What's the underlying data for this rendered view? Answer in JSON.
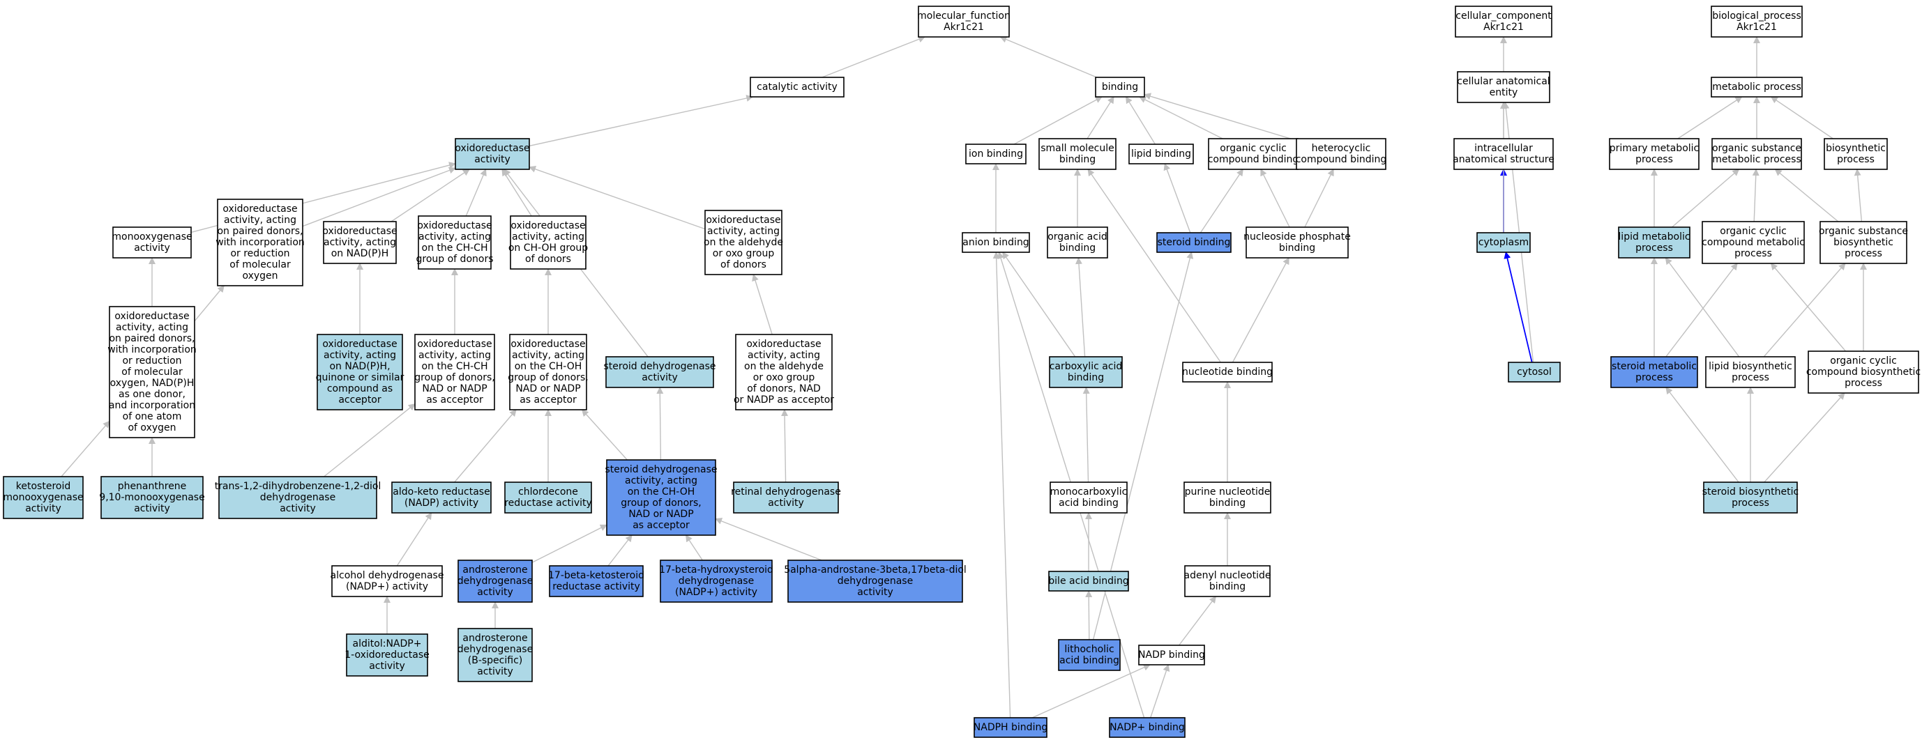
{
  "colors": {
    "white": "#ffffff",
    "light_blue": "#add8e6",
    "cornflower_blue": "#6495ed",
    "edge_gray": "#c0c0c0",
    "edge_blue": "#0000ff",
    "border": "#000000"
  },
  "nodes": {
    "mf_root": {
      "lines": [
        "molecular_function",
        "Akr1c21"
      ],
      "fill": "white"
    },
    "catalytic": {
      "lines": [
        "catalytic activity"
      ],
      "fill": "white"
    },
    "binding": {
      "lines": [
        "binding"
      ],
      "fill": "white"
    },
    "oxidoreductase": {
      "lines": [
        "oxidoreductase",
        "activity"
      ],
      "fill": "light_blue"
    },
    "monooxygenase": {
      "lines": [
        "monooxygenase",
        "activity"
      ],
      "fill": "white"
    },
    "ox_paired_o2": {
      "lines": [
        "oxidoreductase",
        "activity, acting",
        "on paired donors,",
        "with incorporation",
        "or reduction",
        "of molecular",
        "oxygen"
      ],
      "fill": "white"
    },
    "ox_nadph": {
      "lines": [
        "oxidoreductase",
        "activity, acting",
        "on NAD(P)H"
      ],
      "fill": "white"
    },
    "ox_chch": {
      "lines": [
        "oxidoreductase",
        "activity, acting",
        "on the CH-CH",
        "group of donors"
      ],
      "fill": "white"
    },
    "ox_choh": {
      "lines": [
        "oxidoreductase",
        "activity, acting",
        "on CH-OH group",
        "of donors"
      ],
      "fill": "white"
    },
    "ox_aldehyde": {
      "lines": [
        "oxidoreductase",
        "activity, acting",
        "on the aldehyde",
        "or oxo group",
        "of donors"
      ],
      "fill": "white"
    },
    "ox_paired_nadph": {
      "lines": [
        "oxidoreductase",
        "activity, acting",
        "on paired donors,",
        "with incorporation",
        "or reduction",
        "of molecular",
        "oxygen, NAD(P)H",
        "as one donor,",
        "and incorporation",
        "of one atom",
        "of oxygen"
      ],
      "fill": "white"
    },
    "ox_nadph_quinone": {
      "lines": [
        "oxidoreductase",
        "activity, acting",
        "on NAD(P)H,",
        "quinone or similar",
        "compound as",
        "acceptor"
      ],
      "fill": "light_blue"
    },
    "ox_chch_nad": {
      "lines": [
        "oxidoreductase",
        "activity, acting",
        "on the CH-CH",
        "group of donors,",
        "NAD or NADP",
        "as acceptor"
      ],
      "fill": "white"
    },
    "ox_choh_nad": {
      "lines": [
        "oxidoreductase",
        "activity, acting",
        "on the CH-OH",
        "group of donors,",
        "NAD or NADP",
        "as acceptor"
      ],
      "fill": "white"
    },
    "steroid_dh": {
      "lines": [
        "steroid dehydrogenase",
        "activity"
      ],
      "fill": "light_blue"
    },
    "ox_aldehyde_nad": {
      "lines": [
        "oxidoreductase",
        "activity, acting",
        "on the aldehyde",
        "or oxo group",
        "of donors, NAD",
        "or NADP as acceptor"
      ],
      "fill": "white"
    },
    "ketosteroid_mono": {
      "lines": [
        "ketosteroid",
        "monooxygenase",
        "activity"
      ],
      "fill": "light_blue"
    },
    "phenanthrene": {
      "lines": [
        "phenanthrene",
        "9,10-monooxygenase",
        "activity"
      ],
      "fill": "light_blue"
    },
    "trans_diol": {
      "lines": [
        "trans-1,2-dihydrobenzene-1,2-diol",
        "dehydrogenase",
        "activity"
      ],
      "fill": "light_blue"
    },
    "aldo_keto": {
      "lines": [
        "aldo-keto reductase",
        "(NADP) activity"
      ],
      "fill": "light_blue"
    },
    "chlordecone": {
      "lines": [
        "chlordecone",
        "reductase activity"
      ],
      "fill": "light_blue"
    },
    "steroid_dh_choh": {
      "lines": [
        "steroid dehydrogenase",
        "activity, acting",
        "on the CH-OH",
        "group of donors,",
        "NAD or NADP",
        "as acceptor"
      ],
      "fill": "cornflower_blue"
    },
    "retinal_dh": {
      "lines": [
        "retinal dehydrogenase",
        "activity"
      ],
      "fill": "light_blue"
    },
    "alcohol_dh": {
      "lines": [
        "alcohol dehydrogenase",
        "(NADP+) activity"
      ],
      "fill": "white"
    },
    "androsterone_dh": {
      "lines": [
        "androsterone",
        "dehydrogenase",
        "activity"
      ],
      "fill": "cornflower_blue"
    },
    "ketosteroid_red": {
      "lines": [
        "17-beta-ketosteroid",
        "reductase activity"
      ],
      "fill": "cornflower_blue"
    },
    "hydroxysteroid_dh": {
      "lines": [
        "17-beta-hydroxysteroid",
        "dehydrogenase",
        "(NADP+) activity"
      ],
      "fill": "cornflower_blue"
    },
    "androstane_dh": {
      "lines": [
        "5alpha-androstane-3beta,17beta-diol",
        "dehydrogenase",
        "activity"
      ],
      "fill": "cornflower_blue"
    },
    "alditol": {
      "lines": [
        "alditol:NADP+",
        "1-oxidoreductase",
        "activity"
      ],
      "fill": "light_blue"
    },
    "androsterone_b": {
      "lines": [
        "androsterone",
        "dehydrogenase",
        "(B-specific)",
        "activity"
      ],
      "fill": "light_blue"
    },
    "ion_binding": {
      "lines": [
        "ion binding"
      ],
      "fill": "white"
    },
    "small_molecule": {
      "lines": [
        "small molecule",
        "binding"
      ],
      "fill": "white"
    },
    "lipid_binding": {
      "lines": [
        "lipid binding"
      ],
      "fill": "white"
    },
    "org_cyclic_binding": {
      "lines": [
        "organic cyclic",
        "compound binding"
      ],
      "fill": "white"
    },
    "heterocyclic": {
      "lines": [
        "heterocyclic",
        "compound binding"
      ],
      "fill": "white"
    },
    "anion_binding": {
      "lines": [
        "anion binding"
      ],
      "fill": "white"
    },
    "org_acid_binding": {
      "lines": [
        "organic acid",
        "binding"
      ],
      "fill": "white"
    },
    "steroid_binding": {
      "lines": [
        "steroid binding"
      ],
      "fill": "cornflower_blue"
    },
    "nucleoside_phosphate": {
      "lines": [
        "nucleoside phosphate",
        "binding"
      ],
      "fill": "white"
    },
    "carboxylic": {
      "lines": [
        "carboxylic acid",
        "binding"
      ],
      "fill": "light_blue"
    },
    "nucleotide_binding": {
      "lines": [
        "nucleotide binding"
      ],
      "fill": "white"
    },
    "monocarboxylic": {
      "lines": [
        "monocarboxylic",
        "acid binding"
      ],
      "fill": "white"
    },
    "purine_nucleotide": {
      "lines": [
        "purine nucleotide",
        "binding"
      ],
      "fill": "white"
    },
    "bile_acid": {
      "lines": [
        "bile acid binding"
      ],
      "fill": "light_blue"
    },
    "adenyl_nucleotide": {
      "lines": [
        "adenyl nucleotide",
        "binding"
      ],
      "fill": "white"
    },
    "lithocholic": {
      "lines": [
        "lithocholic",
        "acid binding"
      ],
      "fill": "cornflower_blue"
    },
    "nadp_binding": {
      "lines": [
        "NADP binding"
      ],
      "fill": "white"
    },
    "nadph_binding": {
      "lines": [
        "NADPH binding"
      ],
      "fill": "cornflower_blue"
    },
    "nadp_plus": {
      "lines": [
        "NADP+ binding"
      ],
      "fill": "cornflower_blue"
    },
    "cc_root": {
      "lines": [
        "cellular_component",
        "Akr1c21"
      ],
      "fill": "white"
    },
    "cell_anat": {
      "lines": [
        "cellular anatomical",
        "entity"
      ],
      "fill": "white"
    },
    "intracellular": {
      "lines": [
        "intracellular",
        "anatomical structure"
      ],
      "fill": "white"
    },
    "cytoplasm": {
      "lines": [
        "cytoplasm"
      ],
      "fill": "light_blue"
    },
    "cytosol": {
      "lines": [
        "cytosol"
      ],
      "fill": "light_blue"
    },
    "bp_root": {
      "lines": [
        "biological_process",
        "Akr1c21"
      ],
      "fill": "white"
    },
    "metabolic": {
      "lines": [
        "metabolic process"
      ],
      "fill": "white"
    },
    "primary_metabolic": {
      "lines": [
        "primary metabolic",
        "process"
      ],
      "fill": "white"
    },
    "org_subst_metabolic": {
      "lines": [
        "organic substance",
        "metabolic process"
      ],
      "fill": "white"
    },
    "biosynthetic": {
      "lines": [
        "biosynthetic",
        "process"
      ],
      "fill": "white"
    },
    "lipid_metabolic": {
      "lines": [
        "lipid metabolic",
        "process"
      ],
      "fill": "light_blue"
    },
    "org_cyclic_metabolic": {
      "lines": [
        "organic cyclic",
        "compound metabolic",
        "process"
      ],
      "fill": "white"
    },
    "org_subst_biosynth": {
      "lines": [
        "organic substance",
        "biosynthetic",
        "process"
      ],
      "fill": "white"
    },
    "steroid_metabolic": {
      "lines": [
        "steroid metabolic",
        "process"
      ],
      "fill": "cornflower_blue"
    },
    "lipid_biosynth": {
      "lines": [
        "lipid biosynthetic",
        "process"
      ],
      "fill": "white"
    },
    "org_cyclic_biosynth": {
      "lines": [
        "organic cyclic",
        "compound biosynthetic",
        "process"
      ],
      "fill": "white"
    },
    "steroid_biosynth": {
      "lines": [
        "steroid biosynthetic",
        "process"
      ],
      "fill": "light_blue"
    }
  },
  "edges": [
    [
      "catalytic",
      "mf_root",
      "gray"
    ],
    [
      "binding",
      "mf_root",
      "gray"
    ],
    [
      "oxidoreductase",
      "catalytic",
      "gray"
    ],
    [
      "monooxygenase",
      "oxidoreductase",
      "gray"
    ],
    [
      "ox_paired_o2",
      "oxidoreductase",
      "gray"
    ],
    [
      "ox_nadph",
      "oxidoreductase",
      "gray"
    ],
    [
      "ox_chch",
      "oxidoreductase",
      "gray"
    ],
    [
      "ox_choh",
      "oxidoreductase",
      "gray"
    ],
    [
      "ox_aldehyde",
      "oxidoreductase",
      "gray"
    ],
    [
      "steroid_dh",
      "oxidoreductase",
      "gray"
    ],
    [
      "ox_paired_nadph",
      "monooxygenase",
      "gray"
    ],
    [
      "ox_paired_nadph",
      "ox_paired_o2",
      "gray"
    ],
    [
      "ox_nadph_quinone",
      "ox_nadph",
      "gray"
    ],
    [
      "ox_chch_nad",
      "ox_chch",
      "gray"
    ],
    [
      "ox_choh_nad",
      "ox_choh",
      "gray"
    ],
    [
      "ox_aldehyde_nad",
      "ox_aldehyde",
      "gray"
    ],
    [
      "ketosteroid_mono",
      "ox_paired_nadph",
      "gray"
    ],
    [
      "phenanthrene",
      "ox_paired_nadph",
      "gray"
    ],
    [
      "trans_diol",
      "ox_chch_nad",
      "gray"
    ],
    [
      "aldo_keto",
      "ox_choh_nad",
      "gray"
    ],
    [
      "chlordecone",
      "ox_choh_nad",
      "gray"
    ],
    [
      "steroid_dh_choh",
      "ox_choh_nad",
      "gray"
    ],
    [
      "steroid_dh_choh",
      "steroid_dh",
      "gray"
    ],
    [
      "retinal_dh",
      "ox_aldehyde_nad",
      "gray"
    ],
    [
      "alcohol_dh",
      "aldo_keto",
      "gray"
    ],
    [
      "androsterone_dh",
      "steroid_dh_choh",
      "gray"
    ],
    [
      "ketosteroid_red",
      "steroid_dh_choh",
      "gray"
    ],
    [
      "hydroxysteroid_dh",
      "steroid_dh_choh",
      "gray"
    ],
    [
      "androstane_dh",
      "steroid_dh_choh",
      "gray"
    ],
    [
      "alditol",
      "alcohol_dh",
      "gray"
    ],
    [
      "androsterone_b",
      "androsterone_dh",
      "gray"
    ],
    [
      "ion_binding",
      "binding",
      "gray"
    ],
    [
      "small_molecule",
      "binding",
      "gray"
    ],
    [
      "lipid_binding",
      "binding",
      "gray"
    ],
    [
      "org_cyclic_binding",
      "binding",
      "gray"
    ],
    [
      "heterocyclic",
      "binding",
      "gray"
    ],
    [
      "anion_binding",
      "ion_binding",
      "gray"
    ],
    [
      "org_acid_binding",
      "small_molecule",
      "gray"
    ],
    [
      "steroid_binding",
      "lipid_binding",
      "gray"
    ],
    [
      "steroid_binding",
      "org_cyclic_binding",
      "gray"
    ],
    [
      "nucleoside_phosphate",
      "org_cyclic_binding",
      "gray"
    ],
    [
      "nucleoside_phosphate",
      "heterocyclic",
      "gray"
    ],
    [
      "carboxylic",
      "anion_binding",
      "gray"
    ],
    [
      "carboxylic",
      "org_acid_binding",
      "gray"
    ],
    [
      "nucleotide_binding",
      "nucleoside_phosphate",
      "gray"
    ],
    [
      "nucleotide_binding",
      "small_molecule",
      "gray"
    ],
    [
      "monocarboxylic",
      "carboxylic",
      "gray"
    ],
    [
      "purine_nucleotide",
      "nucleotide_binding",
      "gray"
    ],
    [
      "bile_acid",
      "monocarboxylic",
      "gray"
    ],
    [
      "adenyl_nucleotide",
      "purine_nucleotide",
      "gray"
    ],
    [
      "lithocholic",
      "bile_acid",
      "gray"
    ],
    [
      "lithocholic",
      "steroid_binding",
      "gray"
    ],
    [
      "nadp_binding",
      "adenyl_nucleotide",
      "gray"
    ],
    [
      "nadph_binding",
      "nadp_binding",
      "gray"
    ],
    [
      "nadph_binding",
      "anion_binding",
      "gray"
    ],
    [
      "nadp_plus",
      "nadp_binding",
      "gray"
    ],
    [
      "nadp_plus",
      "anion_binding",
      "gray"
    ],
    [
      "cell_anat",
      "cc_root",
      "gray"
    ],
    [
      "intracellular",
      "cell_anat",
      "gray"
    ],
    [
      "cytoplasm",
      "intracellular",
      "blue"
    ],
    [
      "cytoplasm",
      "cell_anat",
      "gray"
    ],
    [
      "cytosol",
      "cytoplasm",
      "blue"
    ],
    [
      "cytosol",
      "cell_anat",
      "gray"
    ],
    [
      "metabolic",
      "bp_root",
      "gray"
    ],
    [
      "primary_metabolic",
      "metabolic",
      "gray"
    ],
    [
      "org_subst_metabolic",
      "metabolic",
      "gray"
    ],
    [
      "biosynthetic",
      "metabolic",
      "gray"
    ],
    [
      "lipid_metabolic",
      "primary_metabolic",
      "gray"
    ],
    [
      "lipid_metabolic",
      "org_subst_metabolic",
      "gray"
    ],
    [
      "org_cyclic_metabolic",
      "org_subst_metabolic",
      "gray"
    ],
    [
      "org_subst_biosynth",
      "org_subst_metabolic",
      "gray"
    ],
    [
      "org_subst_biosynth",
      "biosynthetic",
      "gray"
    ],
    [
      "steroid_metabolic",
      "lipid_metabolic",
      "gray"
    ],
    [
      "steroid_metabolic",
      "org_cyclic_metabolic",
      "gray"
    ],
    [
      "lipid_biosynth",
      "lipid_metabolic",
      "gray"
    ],
    [
      "lipid_biosynth",
      "org_subst_biosynth",
      "gray"
    ],
    [
      "org_cyclic_biosynth",
      "org_cyclic_metabolic",
      "gray"
    ],
    [
      "org_cyclic_biosynth",
      "org_subst_biosynth",
      "gray"
    ],
    [
      "steroid_biosynth",
      "steroid_metabolic",
      "gray"
    ],
    [
      "steroid_biosynth",
      "lipid_biosynth",
      "gray"
    ],
    [
      "steroid_biosynth",
      "org_cyclic_biosynth",
      "gray"
    ]
  ]
}
